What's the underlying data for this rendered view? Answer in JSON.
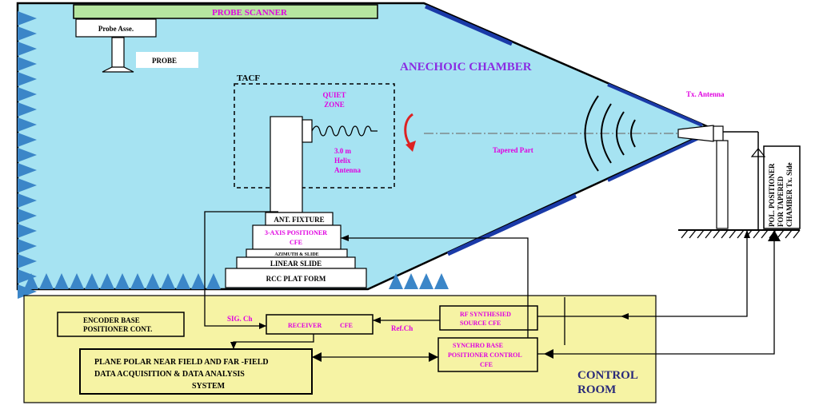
{
  "labels": {
    "probe_scanner": "PROBE SCANNER",
    "probe_asse": "Probe Asse.",
    "probe": "PROBE",
    "anechoic_chamber": "ANECHOIC CHAMBER",
    "tacf": "TACF",
    "quiet_zone_1": "QUIET",
    "quiet_zone_2": "ZONE",
    "helix_1": "3.0 m",
    "helix_2": "Helix",
    "helix_3": "Antenna",
    "tapered_part": "Tapered  Part",
    "tx_antenna": "Tx. Antenna",
    "pol_positioner_1": "POL. POSITIONER",
    "pol_positioner_2": "FOR TAPERED",
    "pol_positioner_3": "CHAMBER Tx. Side",
    "ant_fixture": "ANT. FIXTURE",
    "axis_positioner_1": "3-AXIS POSITIONER",
    "axis_positioner_2": "CFE",
    "azimuth_slide": "AZIMUTH & SLIDE",
    "linear_slide": "LINEAR SLIDE",
    "rcc_platform": "RCC PLAT FORM",
    "encoder_1": "ENCODER BASE",
    "encoder_2": "POSITIONER CONT.",
    "sig_ch": "SIG. Ch",
    "receiver": "RECEIVER",
    "receiver_cfe": "CFE",
    "ref_ch": "Ref.Ch",
    "rf_source_1": "RF SYNTHESIED",
    "rf_source_2": "SOURCE   CFE",
    "synchro_1": "SYNCHRO BASE",
    "synchro_2": "POSITIONER CONTROL",
    "synchro_3": "CFE",
    "daq_1": "PLANE POLAR NEAR FIELD AND FAR -FIELD",
    "daq_2": "DATA ACQUISITION &  DATA ANALYSIS",
    "daq_3": "SYSTEM",
    "control_room_1": "CONTROL",
    "control_room_2": "ROOM"
  },
  "colors": {
    "chamber_fill": "#a6e3f2",
    "absorber": "#3b86c8",
    "control_fill": "#f6f3a4",
    "scanner_fill": "#b6e6a0",
    "taper_edge": "#1a3aa8"
  }
}
